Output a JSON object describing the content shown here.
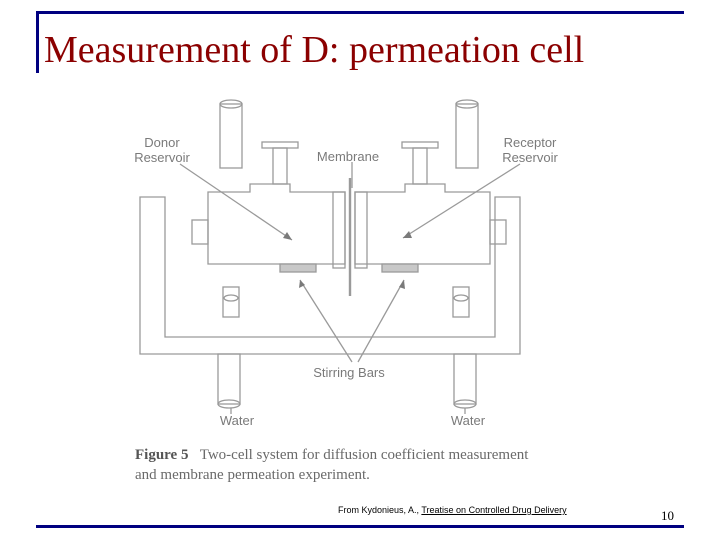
{
  "slide": {
    "title": "Measurement of D:  permeation cell",
    "page_number": "10"
  },
  "diagram": {
    "labels": {
      "donor_line1": "Donor",
      "donor_line2": "Reservoir",
      "membrane": "Membrane",
      "receptor_line1": "Receptor",
      "receptor_line2": "Reservoir",
      "stirring_bars": "Stirring Bars",
      "water_left": "Water",
      "water_right": "Water"
    },
    "caption": {
      "figure_label": "Figure 5",
      "text_line1": "Two-cell system for diffusion coefficient measurement",
      "text_line2": "and membrane permeation experiment."
    }
  },
  "source": {
    "prefix": "From Kydonieus, A.,  ",
    "title": "Treatise on Controlled Drug Delivery"
  }
}
